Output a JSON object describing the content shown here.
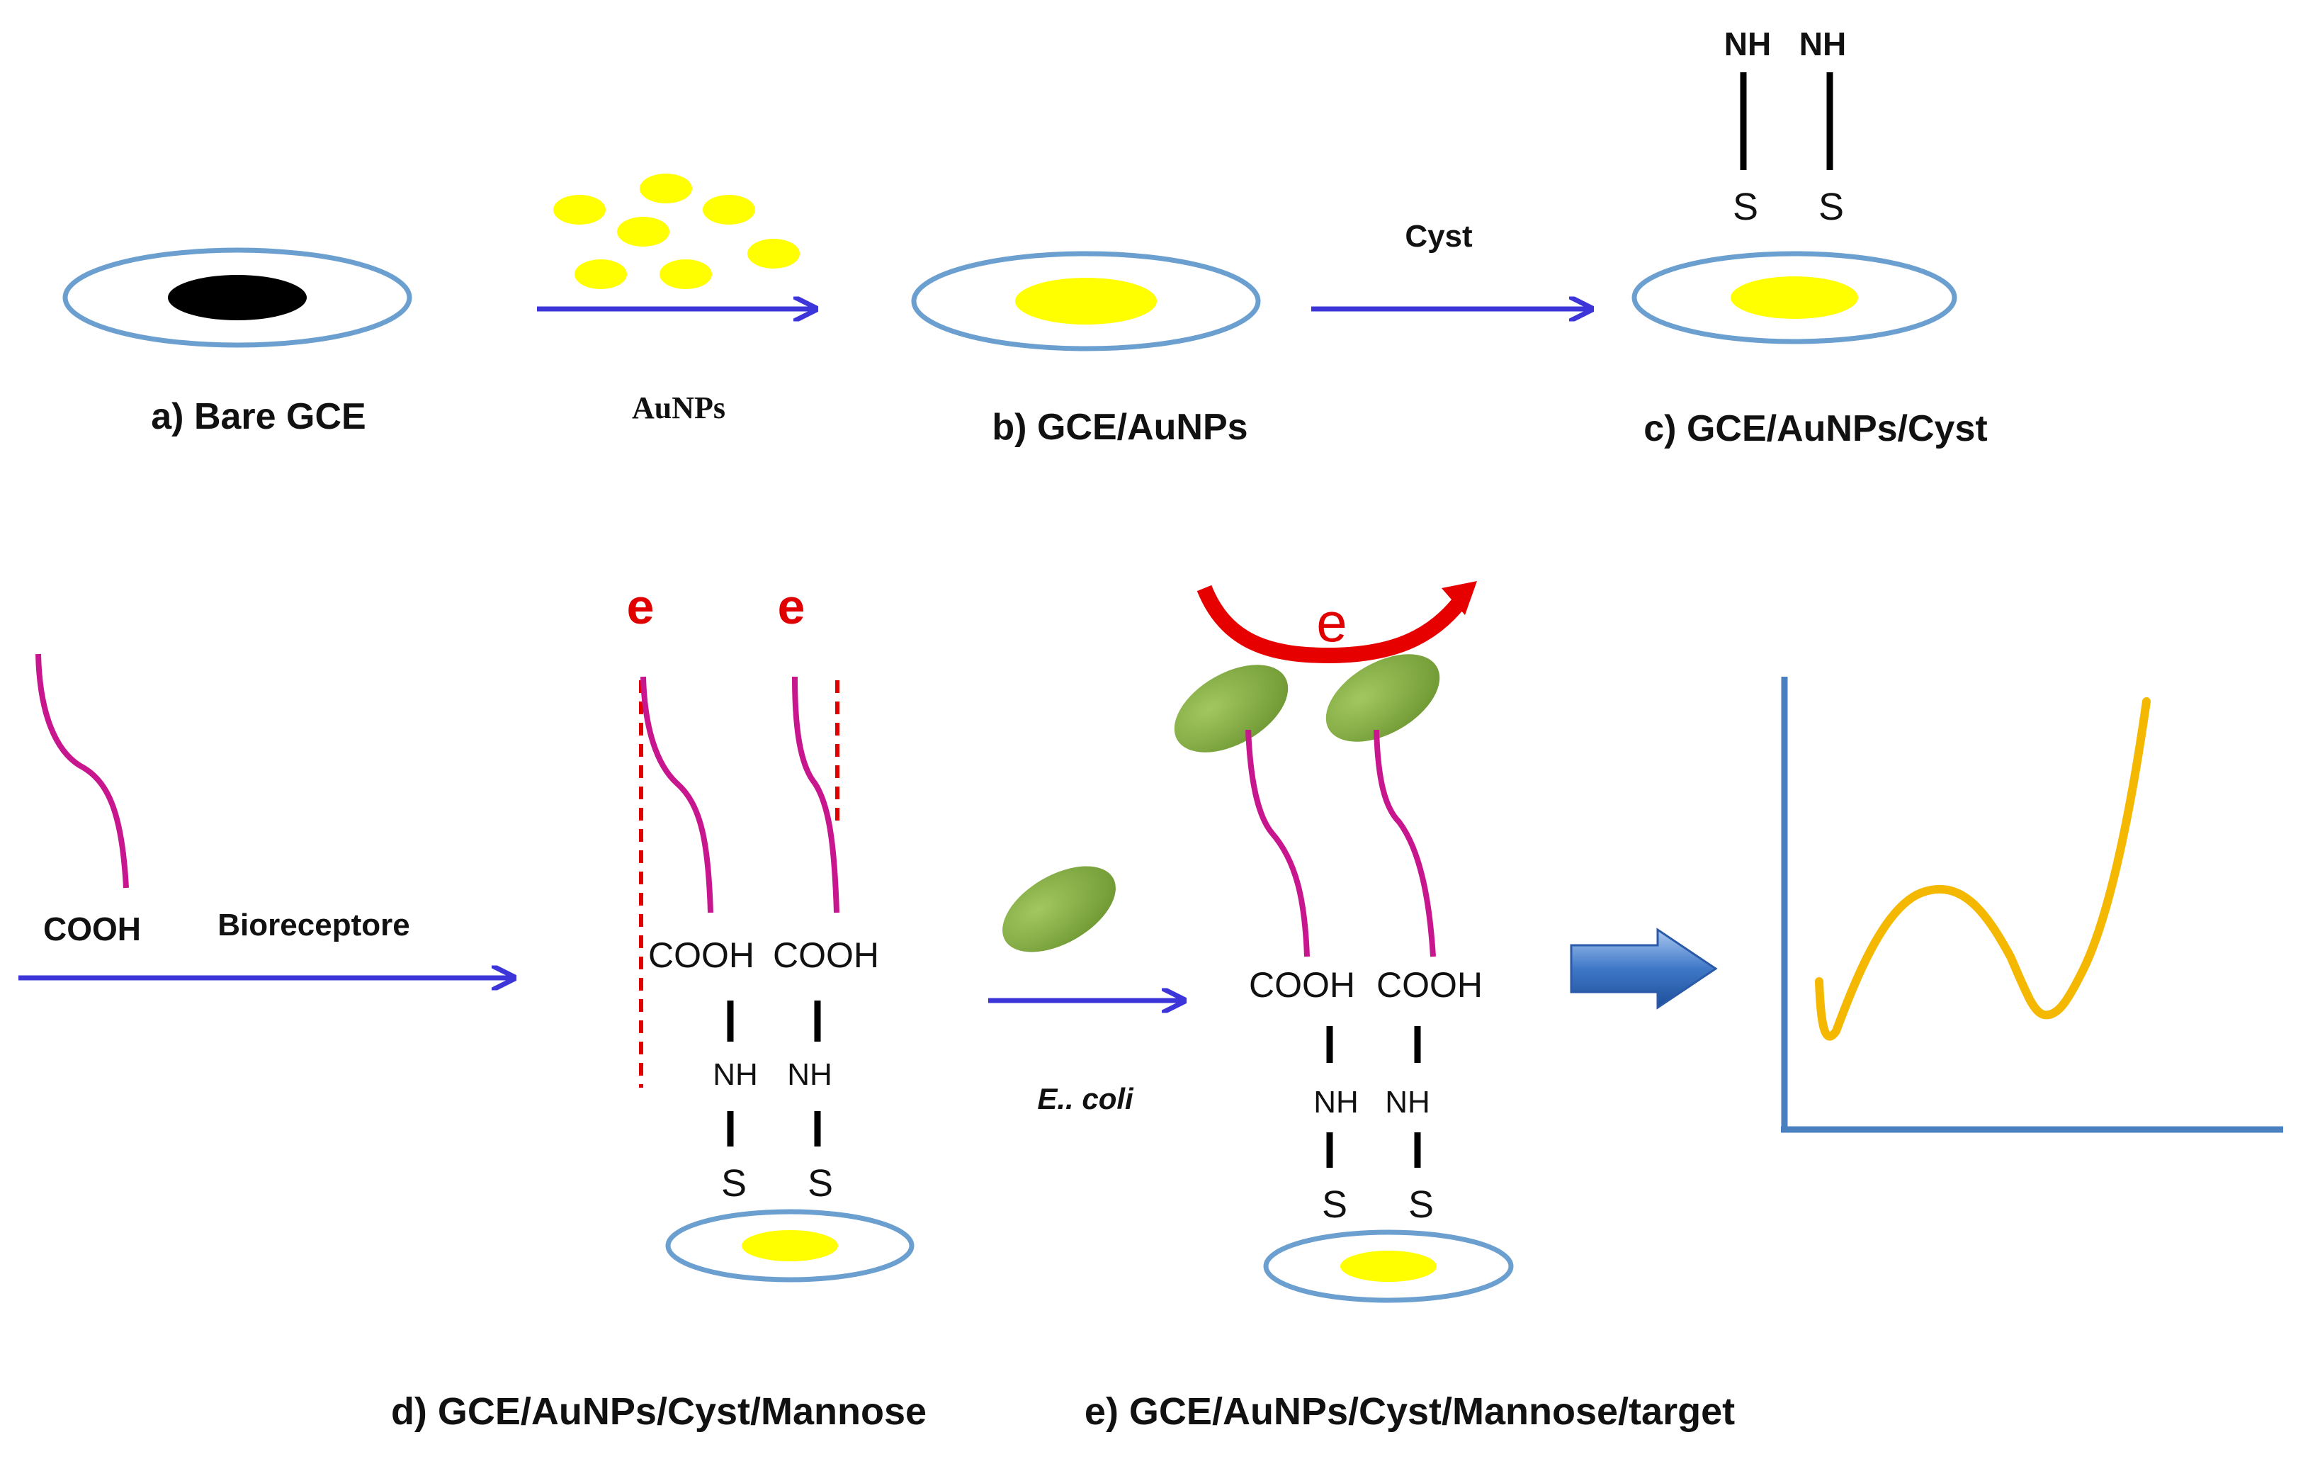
{
  "steps": {
    "a": "a) Bare GCE",
    "b": "b) GCE/AuNPs",
    "c": "c) GCE/AuNPs/Cyst",
    "d": "d) GCE/AuNPs/Cyst/Mannose",
    "e": "e) GCE/AuNPs/Cyst/Mannose/target"
  },
  "reagents": {
    "aunps": "AuNPs",
    "cyst": "Cyst",
    "bioreceptor": "Bioreceptore",
    "target": "E.. coli"
  },
  "groups": {
    "nh": "NH",
    "s": "S",
    "cooh": "COOH",
    "electron": "e"
  },
  "colors": {
    "electrode_ring": "#6a9fcf",
    "gold": "#ffff00",
    "bare_core": "#000000",
    "arrow": "#3c35d8",
    "linker": "#c8168e",
    "electron": "#e00000",
    "bacteria": "#7ea83a",
    "axes": "#4a7fc0",
    "curve": "#f5b800"
  }
}
